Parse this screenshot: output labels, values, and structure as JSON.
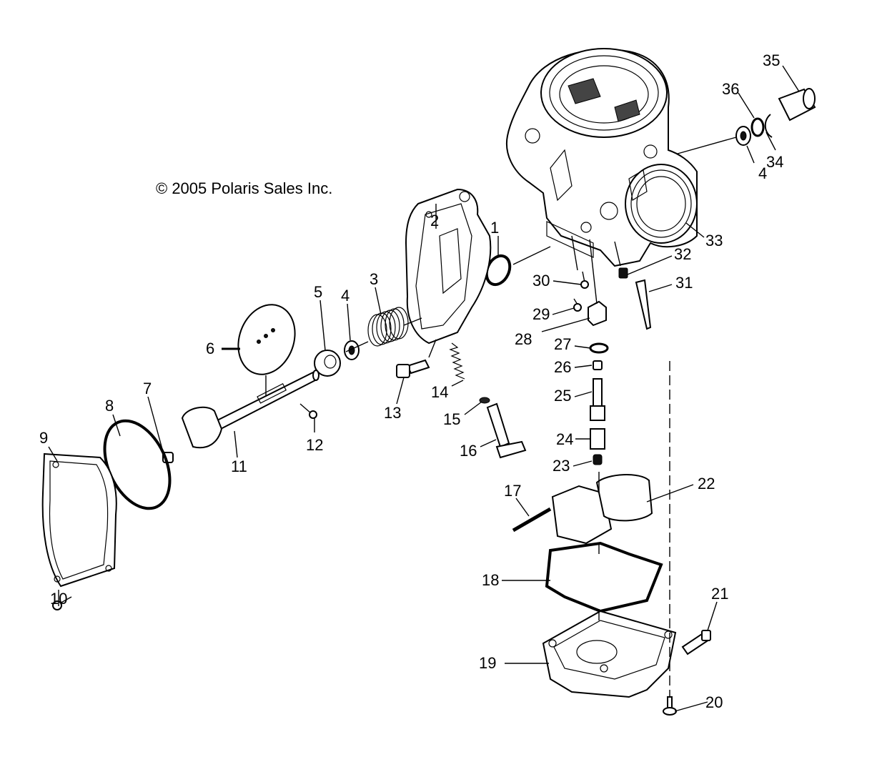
{
  "copyright": "© 2005 Polaris Sales Inc.",
  "callouts": [
    {
      "id": "c1",
      "text": "1"
    },
    {
      "id": "c2",
      "text": "2"
    },
    {
      "id": "c3",
      "text": "3"
    },
    {
      "id": "c4a",
      "text": "4"
    },
    {
      "id": "c4b",
      "text": "4"
    },
    {
      "id": "c5",
      "text": "5"
    },
    {
      "id": "c6",
      "text": "6"
    },
    {
      "id": "c7",
      "text": "7"
    },
    {
      "id": "c8",
      "text": "8"
    },
    {
      "id": "c9",
      "text": "9"
    },
    {
      "id": "c10",
      "text": "10"
    },
    {
      "id": "c11",
      "text": "11"
    },
    {
      "id": "c12",
      "text": "12"
    },
    {
      "id": "c13",
      "text": "13"
    },
    {
      "id": "c14",
      "text": "14"
    },
    {
      "id": "c15",
      "text": "15"
    },
    {
      "id": "c16",
      "text": "16"
    },
    {
      "id": "c17",
      "text": "17"
    },
    {
      "id": "c18",
      "text": "18"
    },
    {
      "id": "c19",
      "text": "19"
    },
    {
      "id": "c20",
      "text": "20"
    },
    {
      "id": "c21",
      "text": "21"
    },
    {
      "id": "c22",
      "text": "22"
    },
    {
      "id": "c23",
      "text": "23"
    },
    {
      "id": "c24",
      "text": "24"
    },
    {
      "id": "c25",
      "text": "25"
    },
    {
      "id": "c26",
      "text": "26"
    },
    {
      "id": "c27",
      "text": "27"
    },
    {
      "id": "c28",
      "text": "28"
    },
    {
      "id": "c29",
      "text": "29"
    },
    {
      "id": "c30",
      "text": "30"
    },
    {
      "id": "c31",
      "text": "31"
    },
    {
      "id": "c32",
      "text": "32"
    },
    {
      "id": "c33",
      "text": "33"
    },
    {
      "id": "c34",
      "text": "34"
    },
    {
      "id": "c35",
      "text": "35"
    },
    {
      "id": "c36",
      "text": "36"
    }
  ]
}
